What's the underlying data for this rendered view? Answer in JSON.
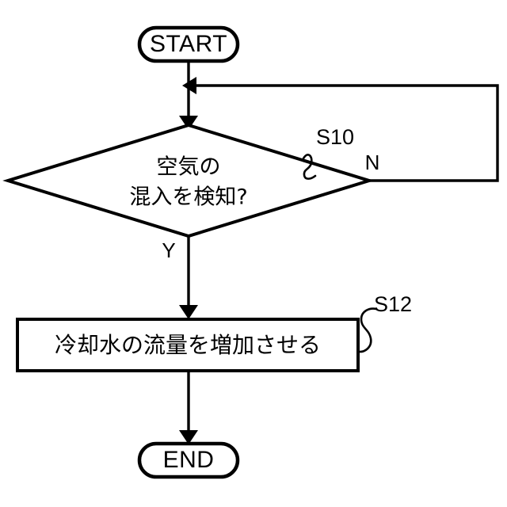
{
  "diagram": {
    "type": "flowchart",
    "title": "",
    "background_color": "#ffffff",
    "line_color": "#000000"
  },
  "nodes": {
    "start": {
      "label": "START",
      "shape": "terminator"
    },
    "decision": {
      "line1": "空気の",
      "line2": "混入を検知?",
      "shape": "diamond",
      "step_label": "S10",
      "branch_yes": "Y",
      "branch_no": "N"
    },
    "process": {
      "label": "冷却水の流量を増加させる",
      "shape": "rectangle",
      "step_label": "S12"
    },
    "end": {
      "label": "END",
      "shape": "terminator"
    }
  },
  "edges": [
    {
      "name": "start-to-decision",
      "from": "start",
      "to": "decision",
      "label": ""
    },
    {
      "name": "decision-yes-to-process",
      "from": "decision",
      "to": "process",
      "label": "Y"
    },
    {
      "name": "decision-no-loopback",
      "from": "decision",
      "to": "start-to-decision",
      "label": "N"
    },
    {
      "name": "process-to-end",
      "from": "process",
      "to": "end",
      "label": ""
    }
  ]
}
